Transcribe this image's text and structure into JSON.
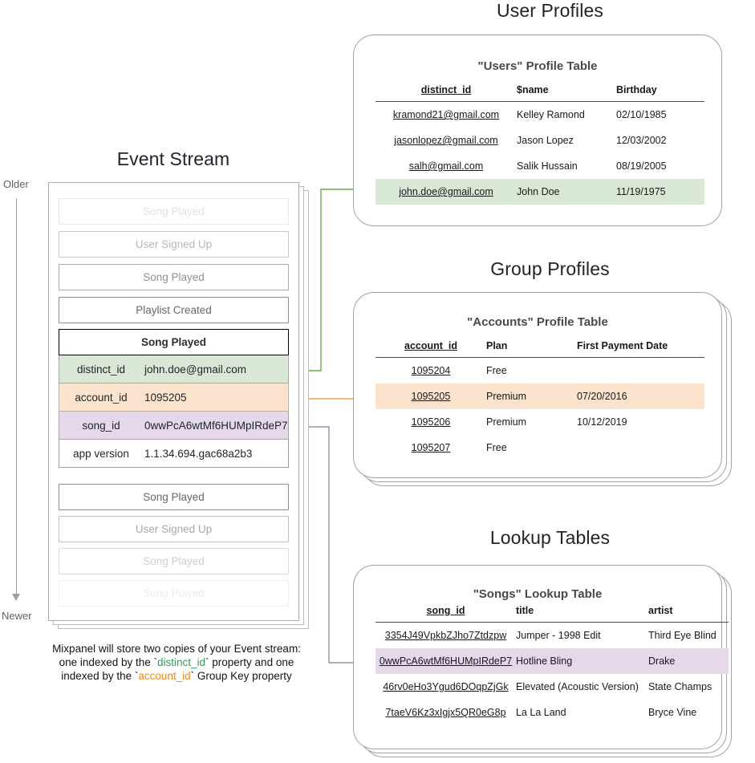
{
  "sections": {
    "event_stream": {
      "title": "Event Stream",
      "axis": {
        "older": "Older",
        "newer": "Newer"
      },
      "events_before": [
        {
          "label": "Song Played",
          "opacity": 0.18
        },
        {
          "label": "User Signed Up",
          "opacity": 0.45
        },
        {
          "label": "Song Played",
          "opacity": 0.7
        },
        {
          "label": "Playlist Created",
          "opacity": 0.95
        }
      ],
      "focus_event": {
        "name": "Song Played",
        "properties": [
          {
            "key": "distinct_id",
            "value": "john.doe@gmail.com",
            "highlight": "green"
          },
          {
            "key": "account_id",
            "value": "1095205",
            "highlight": "orange"
          },
          {
            "key": "song_id",
            "value": "0wwPcA6wtMf6HUMpIRdeP7",
            "highlight": "purple"
          },
          {
            "key": "app version",
            "value": "1.1.34.694.gac68a2b3",
            "highlight": "none"
          }
        ]
      },
      "events_after": [
        {
          "label": "Song Played",
          "opacity": 0.95
        },
        {
          "label": "User Signed Up",
          "opacity": 0.55
        },
        {
          "label": "Song Played",
          "opacity": 0.3
        },
        {
          "label": "Song Played",
          "opacity": 0.12
        }
      ],
      "caption": {
        "line1": "Mixpanel will store two copies of your Event stream:",
        "line2_pre": "one indexed by the `",
        "line2_token": "distinct_id",
        "line2_post": "` property and one",
        "line3_pre": "indexed by the `",
        "line3_token": "account_id",
        "line3_post": "` Group Key property"
      }
    },
    "user_profiles": {
      "title": "User Profiles",
      "table_title": "\"Users\" Profile Table",
      "columns": [
        "distinct_id",
        "$name",
        "Birthday"
      ],
      "rows": [
        {
          "cells": [
            "kramond21@gmail.com",
            "Kelley Ramond",
            "02/10/1985"
          ],
          "highlight": "none"
        },
        {
          "cells": [
            "jasonlopez@gmail.com",
            "Jason Lopez",
            "12/03/2002"
          ],
          "highlight": "none"
        },
        {
          "cells": [
            "salh@gmail.com",
            "Salik Hussain",
            "08/19/2005"
          ],
          "highlight": "none"
        },
        {
          "cells": [
            "john.doe@gmail.com",
            "John Doe",
            "11/19/1975"
          ],
          "highlight": "green"
        }
      ]
    },
    "group_profiles": {
      "title": "Group Profiles",
      "table_title": "\"Accounts\" Profile Table",
      "columns": [
        "account_id",
        "Plan",
        "First Payment Date"
      ],
      "rows": [
        {
          "cells": [
            "1095204",
            "Free",
            ""
          ],
          "highlight": "none"
        },
        {
          "cells": [
            "1095205",
            "Premium",
            "07/20/2016"
          ],
          "highlight": "orange"
        },
        {
          "cells": [
            "1095206",
            "Premium",
            "10/12/2019"
          ],
          "highlight": "none"
        },
        {
          "cells": [
            "1095207",
            "Free",
            ""
          ],
          "highlight": "none"
        }
      ]
    },
    "lookup_tables": {
      "title": "Lookup Tables",
      "table_title": "\"Songs\" Lookup Table",
      "columns": [
        "song_id",
        "title",
        "artist"
      ],
      "rows": [
        {
          "cells": [
            "3354J49VpkbZJho7Ztdzpw",
            "Jumper - 1998 Edit",
            "Third Eye Blind"
          ],
          "highlight": "none"
        },
        {
          "cells": [
            "0wwPcA6wtMf6HUMpIRdeP7",
            "Hotline Bling",
            "Drake"
          ],
          "highlight": "purple"
        },
        {
          "cells": [
            "46rv0eHo3Ygud6DOqpZjGk",
            "Elevated (Acoustic Version)",
            "State Champs"
          ],
          "highlight": "none"
        },
        {
          "cells": [
            "7taeV6Kz3xIgjx5QR0eG8p",
            "La La Land",
            "Bryce Vine"
          ],
          "highlight": "none"
        }
      ]
    }
  },
  "colors": {
    "green": "#d9e8d5",
    "orange": "#fce3cd",
    "purple": "#e4d8ea",
    "green_line": "#6aa84f",
    "orange_line": "#e8a33d",
    "purple_line": "#9e8fa8",
    "card_border": "#9fa3a6"
  }
}
